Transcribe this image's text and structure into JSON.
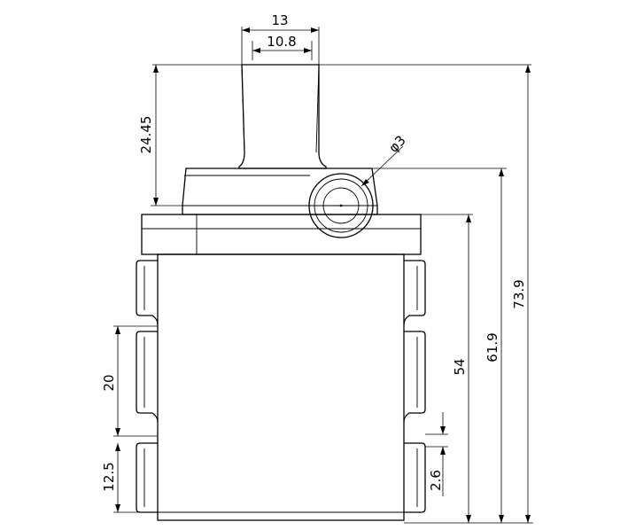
{
  "drawing": {
    "dimensions": {
      "top_outer_width": "13",
      "top_inner_width": "10.8",
      "neck_height": "24.45",
      "port_diameter": "φ3",
      "total_height": "73.9",
      "height_from_port": "61.9",
      "body_height": "54",
      "clip_spacing": "20",
      "clip_offset": "12.5",
      "tab_width": "2.6"
    }
  }
}
